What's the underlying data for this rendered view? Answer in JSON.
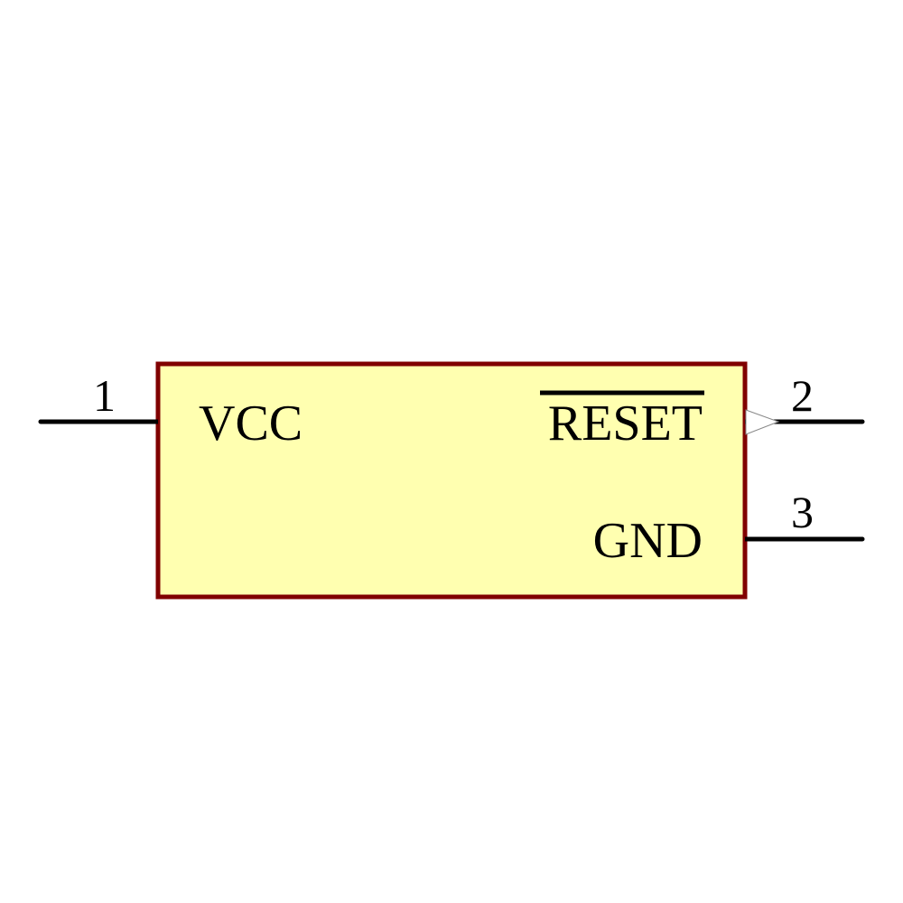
{
  "colors": {
    "body_fill": "#ffffb0",
    "body_stroke": "#800000",
    "wire": "#000000",
    "clock_marker_fill": "#ffffff"
  },
  "component": {
    "pins": [
      {
        "number": "1",
        "name": "VCC"
      },
      {
        "number": "2",
        "name": "RESET",
        "overbar": true,
        "output_marker": true
      },
      {
        "number": "3",
        "name": "GND"
      }
    ]
  }
}
